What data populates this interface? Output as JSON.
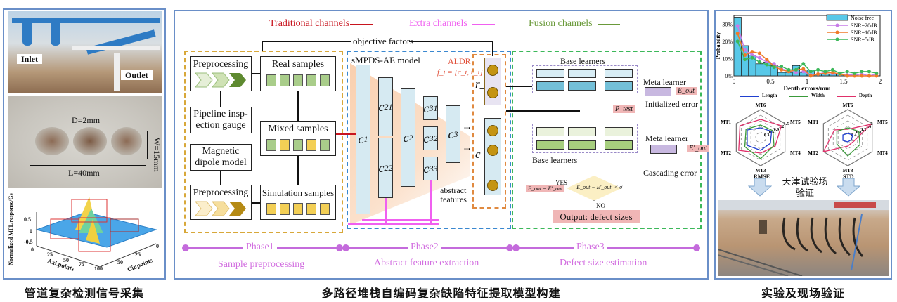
{
  "left_panel": {
    "photo1_labels": {
      "inlet": "Inlet",
      "outlet": "Outlet"
    },
    "photo2_labels": {
      "depth": "D=2mm",
      "width": "W=15mm",
      "length": "L=40mm"
    },
    "plot3d": {
      "zlabel": "Normalized MFL response/Gs",
      "xlabel": "Axi.points",
      "ylabel": "Cir.points",
      "z_ticks": [
        "0.5",
        "0",
        "-0.5"
      ],
      "x_ticks": [
        "0",
        "25",
        "50",
        "75",
        "100"
      ],
      "y_ticks": [
        "0",
        "25",
        "50"
      ]
    },
    "caption": "管道复杂检测信号采集"
  },
  "middle_panel": {
    "channels": {
      "traditional": "Traditional channels",
      "extra": "Extra channels",
      "fusion": "Fusion channels"
    },
    "objective_factors": "objective factors",
    "phase1": {
      "preprocessing_top": "Preprocessing",
      "real_samples": "Real samples",
      "pig": "Pipeline insp-ection gauge",
      "mixed_samples": "Mixed samples",
      "magnetic_dipole": "Magnetic dipole model",
      "preprocessing_bottom": "Preprocessing",
      "simulation_samples": "Simulation samples"
    },
    "phase2": {
      "model_title": "sMPDS-AE model",
      "aldr": "ALDR",
      "formula": "f_i = [c_i, r_i]",
      "layers": [
        "c1",
        "c21",
        "c22",
        "c2",
        "c31",
        "c32",
        "c33",
        "c3"
      ],
      "r_label": "r_i",
      "c_label": "c_i",
      "abstract_features": "abstract features",
      "ellipsis": "..."
    },
    "phase3": {
      "base_learners_top": "Base learners",
      "meta_learner_top": "Meta learner",
      "e_out": "E_out",
      "initialized_error": "Initialized error",
      "p_test": "P_test",
      "meta_learner_bottom": "Meta learner",
      "e_out_prime": "E'_out",
      "base_learners_bottom": "Base learners",
      "cascading_error": "Cascading error",
      "condition": "|E_out − E'_out| < σ",
      "yes": "YES",
      "no": "NO",
      "assign": "E_out = E'_out",
      "output": "Output: defect sizes"
    },
    "timeline": [
      {
        "phase": "Phase1",
        "desc": "Sample preprocessing"
      },
      {
        "phase": "Phase2",
        "desc": "Abstract feature extraction"
      },
      {
        "phase": "Phase3",
        "desc": "Defect size estimation"
      }
    ],
    "caption": "多路径堆栈自编码复杂缺陷特征提取模型构建",
    "colors": {
      "traditional": "#c8141e",
      "extra": "#f060f0",
      "fusion": "#6a9a3a",
      "phase": "#c46bdc"
    }
  },
  "right_panel": {
    "radar_legend": [
      "Length",
      "Width",
      "Depth"
    ],
    "radar_left": {
      "title": "RMSE",
      "axes": [
        "MT6",
        "MT5",
        "MT4",
        "MT3",
        "MT2",
        "MT1"
      ],
      "ticks": [
        "0.3",
        "0.6",
        "0.9",
        "1.2",
        "1.5"
      ]
    },
    "radar_right": {
      "title": "STD",
      "axes": [
        "MT6",
        "MT5",
        "MT4",
        "MT3",
        "MT2",
        "MT1"
      ],
      "ticks": [
        "0.4",
        "0.8",
        "1.2",
        "1.6",
        "2"
      ]
    },
    "arrow_text": "天津试验场验证",
    "caption": "实验及现场验证"
  },
  "chart_data": {
    "type": "bar",
    "title": "",
    "xlabel": "Depth errors/mm",
    "ylabel": "Probability",
    "xlim": [
      0,
      2
    ],
    "ylim": [
      0,
      0.35
    ],
    "x_ticks": [
      "0",
      "0.5",
      "1",
      "1.5",
      "2"
    ],
    "y_ticks": [
      "0%",
      "10%",
      "20%",
      "30%"
    ],
    "legend": "top-right",
    "bins_center": [
      0.05,
      0.15,
      0.25,
      0.35,
      0.45,
      0.55,
      0.65,
      0.75,
      0.85,
      0.95,
      1.05,
      1.15,
      1.25,
      1.35,
      1.45,
      1.55,
      1.65,
      1.75,
      1.85,
      1.95
    ],
    "series": [
      {
        "name": "Noise free",
        "kind": "bar",
        "color": "#58c8e8",
        "values": [
          0.34,
          0.175,
          0.12,
          0.07,
          0.08,
          0.06,
          0.02,
          0.02,
          0.06,
          0.02,
          0.035,
          0.01,
          0.01,
          0.01,
          0.01,
          0.01,
          0.005,
          0.0,
          0.0,
          0.0
        ]
      },
      {
        "name": "SNR=20dB",
        "kind": "line",
        "color": "#c77be8",
        "values": [
          0.29,
          0.15,
          0.12,
          0.105,
          0.08,
          0.07,
          0.04,
          0.03,
          0.02,
          0.025,
          0.005,
          0.01,
          0.02,
          0.015,
          0.01,
          0.005,
          0.005,
          0.01,
          0.0,
          0.01
        ]
      },
      {
        "name": "SNR=10dB",
        "kind": "line",
        "color": "#f07a28",
        "values": [
          0.245,
          0.12,
          0.14,
          0.13,
          0.095,
          0.055,
          0.035,
          0.025,
          0.035,
          0.04,
          0.0,
          0.01,
          0.015,
          0.02,
          0.01,
          0.0,
          0.0,
          0.0,
          0.0,
          0.0
        ]
      },
      {
        "name": "SNR=5dB",
        "kind": "line",
        "color": "#3cb85a",
        "values": [
          0.2,
          0.095,
          0.105,
          0.08,
          0.065,
          0.05,
          0.055,
          0.035,
          0.035,
          0.07,
          0.025,
          0.035,
          0.025,
          0.035,
          0.015,
          0.025,
          0.015,
          0.025,
          0.025,
          0.015
        ]
      }
    ]
  }
}
